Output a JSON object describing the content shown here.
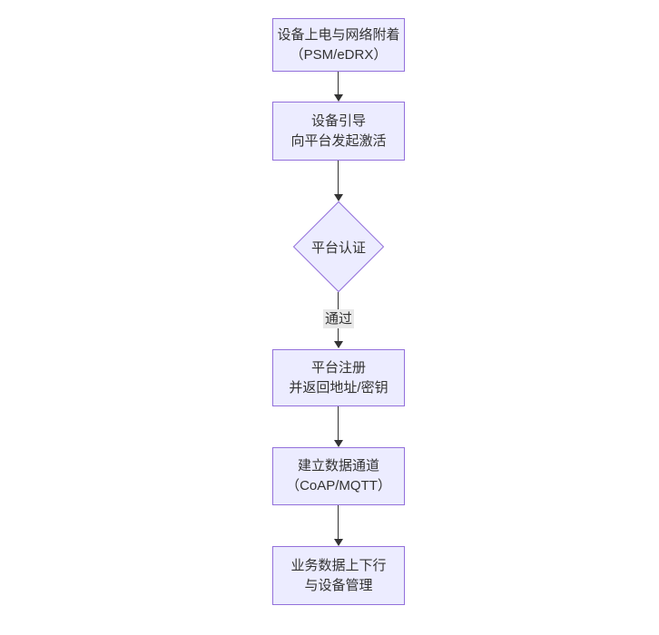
{
  "diagram": {
    "type": "flowchart",
    "direction": "top-down",
    "colors": {
      "canvas_bg": "#ffffff",
      "node_fill": "#ECECFF",
      "node_border": "#9370DB",
      "text": "#333333",
      "edge": "#333333",
      "edge_label_bg": "#e8e8e8"
    },
    "nodes": [
      {
        "id": "power-attach",
        "shape": "rect",
        "line1": "设备上电与网络附着",
        "line2": "（PSM/eDRX）"
      },
      {
        "id": "bootstrap",
        "shape": "rect",
        "line1": "设备引导",
        "line2": "向平台发起激活"
      },
      {
        "id": "platform-auth",
        "shape": "diamond",
        "line1": "平台认证",
        "line2": ""
      },
      {
        "id": "platform-register",
        "shape": "rect",
        "line1": "平台注册",
        "line2": "并返回地址/密钥"
      },
      {
        "id": "data-channel",
        "shape": "rect",
        "line1": "建立数据通道",
        "line2": "（CoAP/MQTT）"
      },
      {
        "id": "business-data",
        "shape": "rect",
        "line1": "业务数据上下行",
        "line2": "与设备管理"
      }
    ],
    "edges": [
      {
        "from": "power-attach",
        "to": "bootstrap",
        "label": ""
      },
      {
        "from": "bootstrap",
        "to": "platform-auth",
        "label": ""
      },
      {
        "from": "platform-auth",
        "to": "platform-register",
        "label": "通过"
      },
      {
        "from": "platform-register",
        "to": "data-channel",
        "label": ""
      },
      {
        "from": "data-channel",
        "to": "business-data",
        "label": ""
      }
    ]
  }
}
